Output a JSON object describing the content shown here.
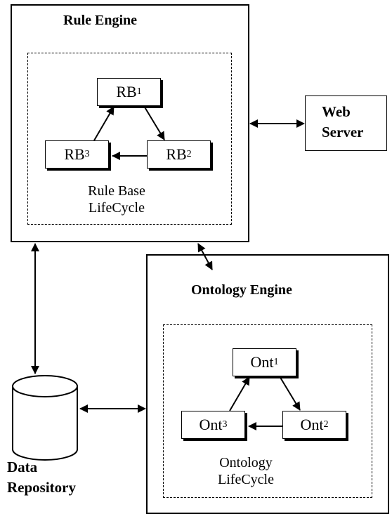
{
  "rule_engine": {
    "title": "Rule Engine",
    "lifecycle_line1": "Rule Base",
    "lifecycle_line2": "LifeCycle",
    "nodes": [
      {
        "base": "RB",
        "sub": "1"
      },
      {
        "base": "RB",
        "sub": "2"
      },
      {
        "base": "RB",
        "sub": "3"
      }
    ]
  },
  "web_server": {
    "line1": "Web",
    "line2": "Server"
  },
  "ontology_engine": {
    "title": "Ontology Engine",
    "lifecycle_line1": "Ontology",
    "lifecycle_line2": "LifeCycle",
    "nodes": [
      {
        "base": "Ont",
        "sub": "1"
      },
      {
        "base": "Ont",
        "sub": "2"
      },
      {
        "base": "Ont",
        "sub": "3"
      }
    ]
  },
  "data_repository": {
    "line1": "Data",
    "line2": "Repository"
  }
}
